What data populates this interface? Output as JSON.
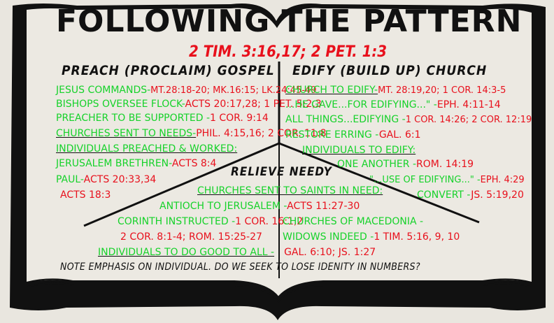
{
  "title": "FOLLOWING THE PATTERN",
  "subtitle_refs": "2 TIM. 3:16,17; 2 PET. 1:3",
  "left": {
    "heading": "PREACH  (PROCLAIM) GOSPEL",
    "lines": [
      {
        "topic": "JESUS COMMANDS-",
        "ref": "MT.28:18-20; MK.16:15; LK.24:45-49"
      },
      {
        "topic": "BISHOPS OVERSEE FLOCK-",
        "ref": "ACTS 20:17,28; 1 PET. 5:2,3"
      },
      {
        "topic": "PREACHER TO BE SUPPORTED -",
        "ref": "1 COR. 9:14"
      },
      {
        "topic": "CHURCHES SENT TO NEEDS-",
        "ref": "PHIL. 4:15,16; 2 COR. 11:8"
      },
      {
        "topic": "INDIVIDUALS PREACHED & WORKED:",
        "ref": ""
      },
      {
        "topic": "JERUSALEM BRETHREN-",
        "ref": "ACTS 8:4"
      },
      {
        "topic": "PAUL-",
        "ref": "ACTS 20:33,34"
      },
      {
        "topic": "",
        "ref": "ACTS 18:3"
      }
    ]
  },
  "right": {
    "heading": "EDIFY (BUILD UP) CHURCH",
    "lines": [
      {
        "topic": "CHURCH TO EDIFY-",
        "ref": "MT. 28:19,20; 1 COR. 14:3-5"
      },
      {
        "topic": "...HE GAVE...FOR EDIFYING...\" -",
        "ref": "EPH. 4:11-14"
      },
      {
        "topic": "ALL THINGS...EDIFYING -",
        "ref": "1 COR. 14:26; 2 COR. 12:19"
      },
      {
        "topic": "RESTORE ERRING -",
        "ref": "GAL. 6:1"
      },
      {
        "topic": "INDIVIDUALS TO EDIFY:",
        "ref": ""
      },
      {
        "topic": "ONE ANOTHER -",
        "ref": "ROM. 14:19"
      },
      {
        "topic": "\"...USE OF EDIFYING...\" -",
        "ref": "EPH. 4:29"
      },
      {
        "topic": "CONVERT -",
        "ref": "JS. 5:19,20"
      }
    ]
  },
  "bottom": {
    "heading": "RELIEVE NEEDY",
    "churches_sent": "CHURCHES SENT TO SAINTS IN NEED:",
    "antioch_topic": "ANTIOCH TO JERUSALEM -",
    "antioch_ref": "ACTS 11:27-30",
    "corinth_topic": "CORINTH INSTRUCTED -",
    "corinth_ref": "1 COR. 16:1,2",
    "macedonia": "CHURCHES OF MACEDONIA -",
    "cor_rom_ref": "2 COR. 8:1-4; ROM. 15:25-27",
    "widows_topic": "WIDOWS INDEED -",
    "widows_ref": "1 TIM. 5:16, 9, 10",
    "individuals_topic": "INDIVIDUALS TO DO GOOD TO ALL -",
    "individuals_ref": "GAL. 6:10; JS. 1:27",
    "note": "NOTE EMPHASIS ON INDIVIDUAL. DO WE SEEK TO LOSE IDENITY IN NUMBERS?"
  },
  "colors": {
    "green": "#16d22a",
    "red": "#e8101c",
    "ink": "#111111",
    "paper": "#e9e6df"
  }
}
